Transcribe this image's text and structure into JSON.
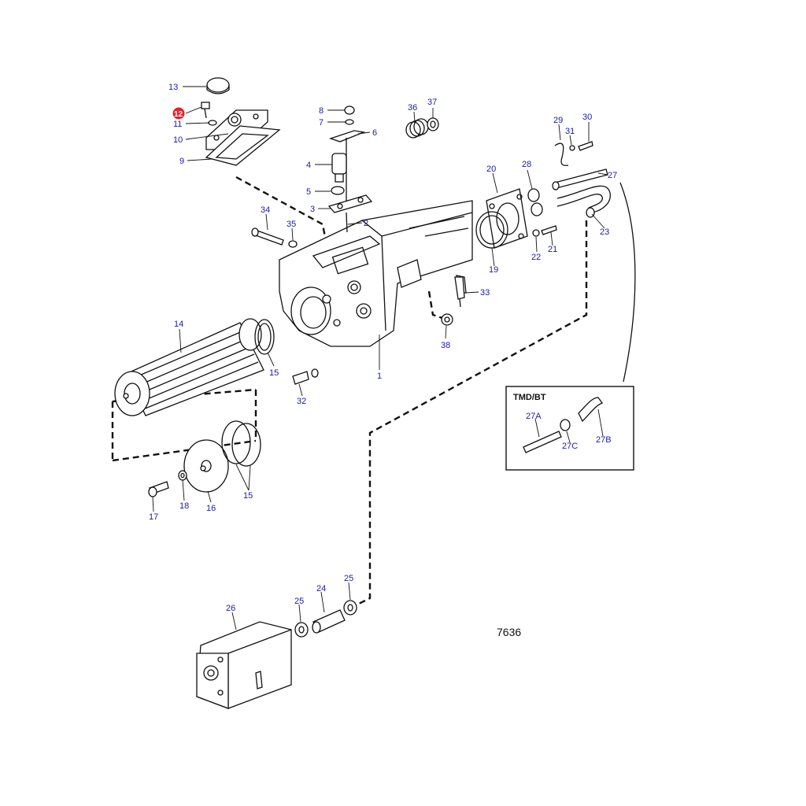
{
  "diagram": {
    "figure_number": "7636",
    "inset_title": "TMD/BT",
    "highlight_color": "#e8202a",
    "label_color": "#1a1ab0",
    "highlighted_part": "12",
    "parts": {
      "p1": "1",
      "p2": "2",
      "p3": "3",
      "p4": "4",
      "p5": "5",
      "p6": "6",
      "p7": "7",
      "p8": "8",
      "p9": "9",
      "p10": "10",
      "p11": "11",
      "p12": "12",
      "p13": "13",
      "p14": "14",
      "p15a": "15",
      "p15b": "15",
      "p16": "16",
      "p17": "17",
      "p18": "18",
      "p19": "19",
      "p20": "20",
      "p21": "21",
      "p22": "22",
      "p23": "23",
      "p24": "24",
      "p25a": "25",
      "p25b": "25",
      "p26": "26",
      "p27": "27",
      "p27A": "27A",
      "p27B": "27B",
      "p27C": "27C",
      "p28": "28",
      "p29": "29",
      "p30": "30",
      "p31": "31",
      "p32": "32",
      "p33": "33",
      "p34": "34",
      "p35": "35",
      "p36": "36",
      "p37": "37",
      "p38": "38"
    }
  }
}
